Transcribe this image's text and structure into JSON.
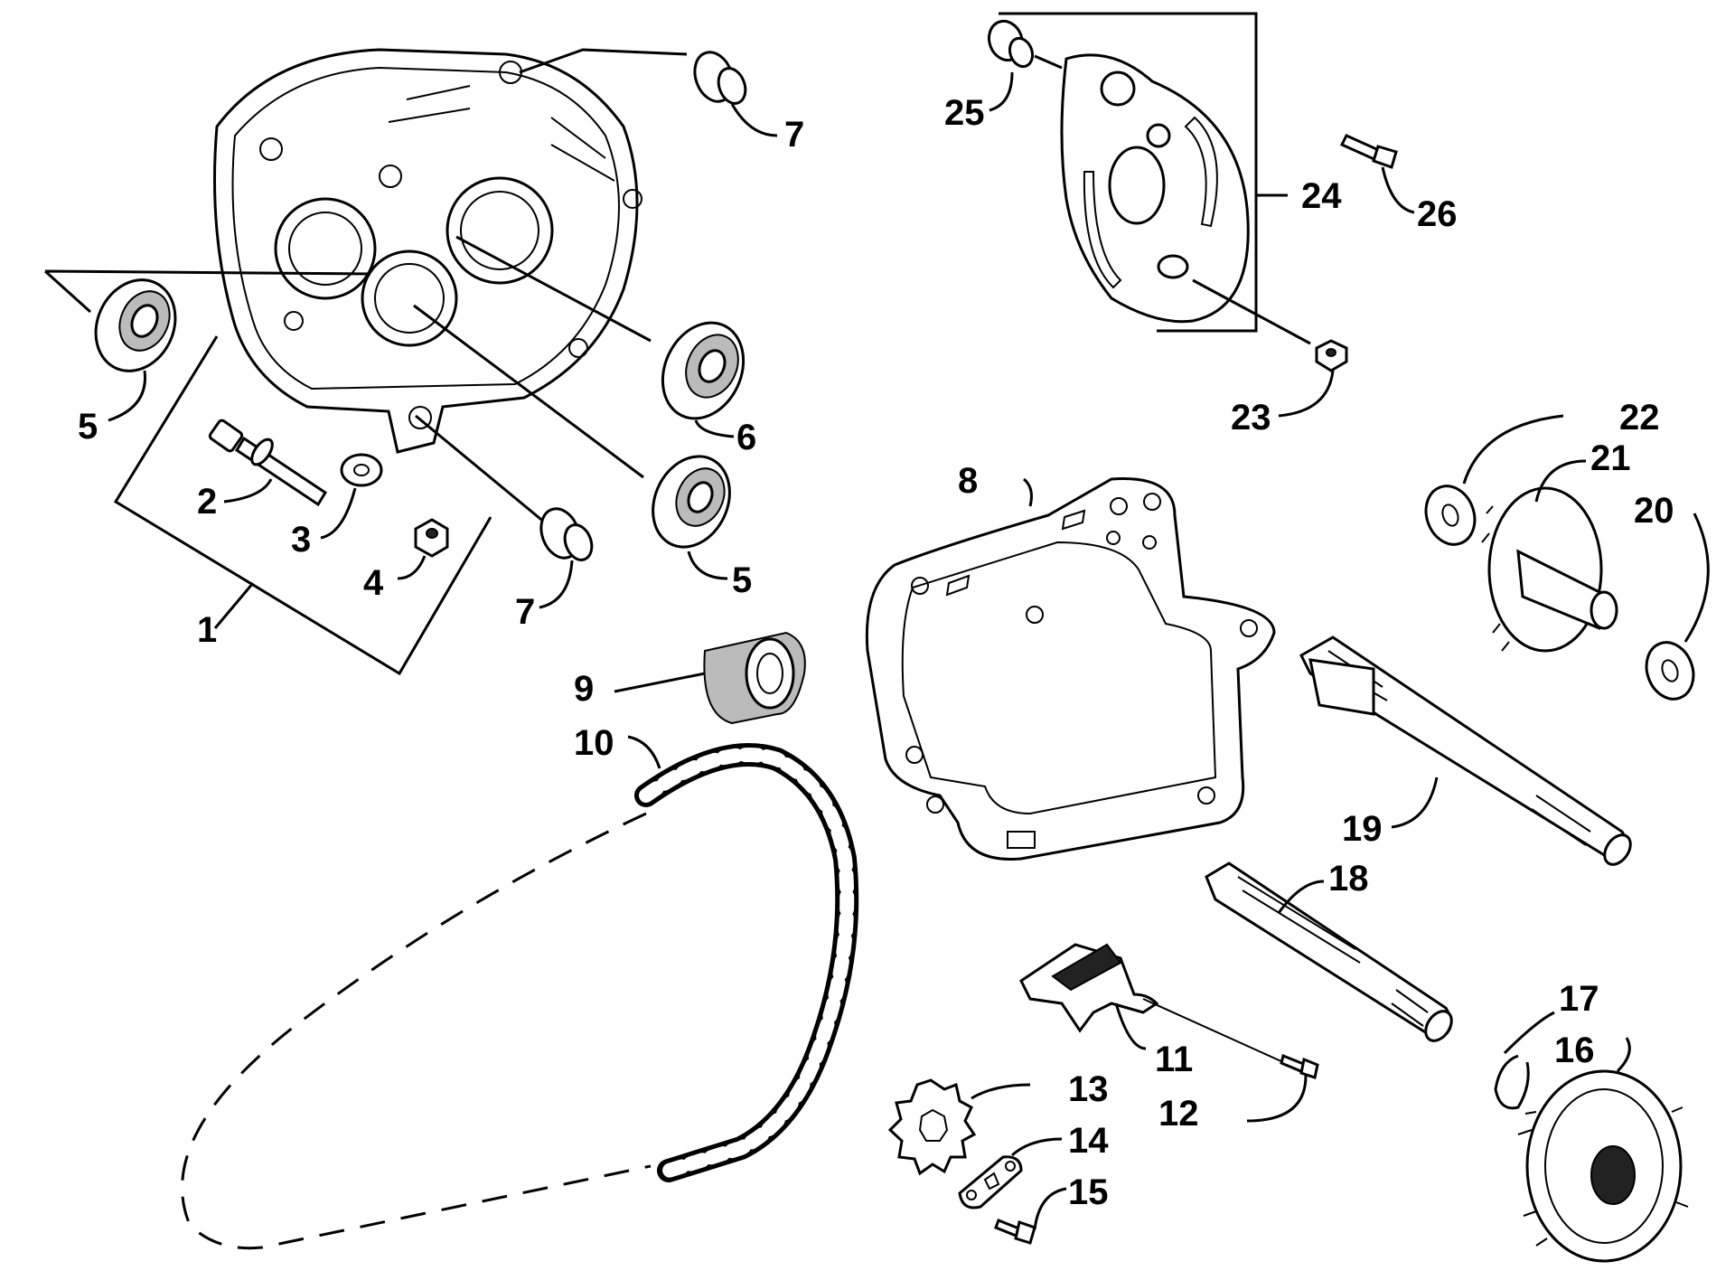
{
  "labels": {
    "p1": "1",
    "p2": "2",
    "p3": "3",
    "p4": "4",
    "p5a": "5",
    "p5b": "5",
    "p6": "6",
    "p7a": "7",
    "p7b": "7",
    "p8": "8",
    "p9": "9",
    "p10": "10",
    "p11": "11",
    "p12": "12",
    "p13": "13",
    "p14": "14",
    "p15": "15",
    "p16": "16",
    "p17": "17",
    "p18": "18",
    "p19": "19",
    "p20": "20",
    "p21": "21",
    "p22": "22",
    "p23": "23",
    "p24": "24",
    "p25": "25",
    "p26": "26"
  }
}
